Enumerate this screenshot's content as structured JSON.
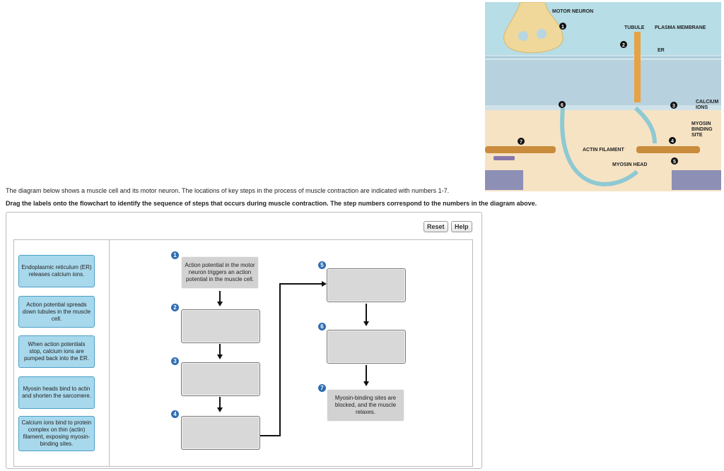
{
  "diagram": {
    "labels": {
      "motor_neuron": "MOTOR NEURON",
      "tubule": "TUBULE",
      "plasma_membrane": "PLASMA MEMBRANE",
      "er": "ER",
      "calcium_ions_1": "CALCIUM",
      "calcium_ions_2": "IONS",
      "myosin_binding_1": "MYOSIN",
      "myosin_binding_2": "BINDING",
      "myosin_binding_3": "SITE",
      "actin_filament": "ACTIN FILAMENT",
      "myosin_head": "MYOSIN HEAD"
    },
    "markers": [
      "1",
      "2",
      "3",
      "4",
      "5",
      "6",
      "7"
    ]
  },
  "instructions": {
    "intro": "The diagram below shows a muscle cell and its motor neuron. The locations of key steps in the process of muscle contraction are indicated with numbers 1-7.",
    "task": "Drag the labels onto the flowchart to identify the sequence of steps that occurs during muscle contraction. The step numbers correspond to the numbers in the diagram above."
  },
  "buttons": {
    "reset": "Reset",
    "help": "Help"
  },
  "labels": [
    "Endoplasmic reticulum (ER) releases calcium ions.",
    "Action potential spreads down tubules in the muscle cell.",
    "When action potentials stop, calcium ions are pumped back into the ER.",
    "Myosin heads bind to actin and shorten the sarcomere.",
    "Calcium ions bind to protein complex on thin (actin) filament, exposing myosin-binding sites."
  ],
  "steps": [
    {
      "num": "1",
      "text": "Action potential in the motor neuron triggers an action potential in the muscle cell."
    },
    {
      "num": "2",
      "text": ""
    },
    {
      "num": "3",
      "text": ""
    },
    {
      "num": "4",
      "text": ""
    },
    {
      "num": "5",
      "text": ""
    },
    {
      "num": "6",
      "text": ""
    },
    {
      "num": "7",
      "text": "Myosin-binding sites are blocked, and the muscle relaxes."
    }
  ]
}
